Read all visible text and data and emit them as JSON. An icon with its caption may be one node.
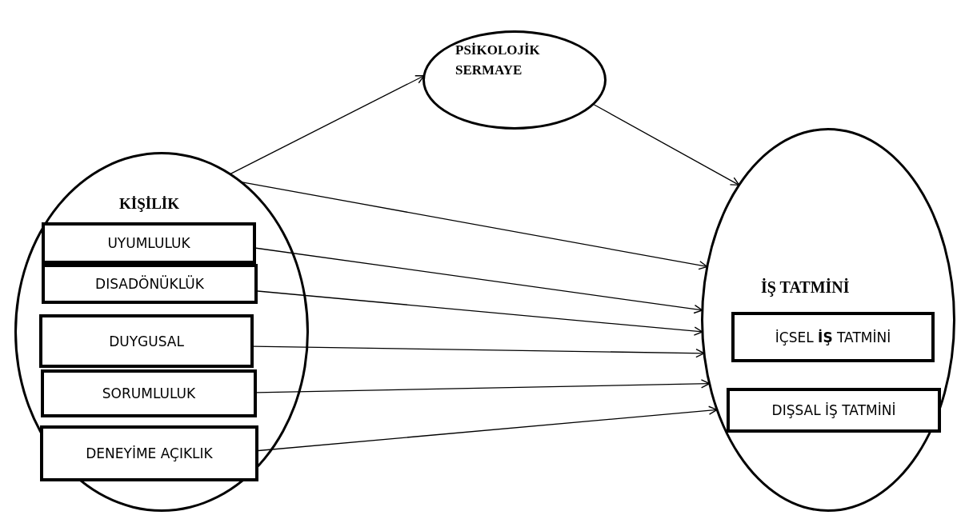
{
  "diagram": {
    "nodes": [
      {
        "text": [
          "PSİKOLOJİK SERMAYE"
        ]
      },
      {
        "text": [
          "KİŞİLİK"
        ]
      },
      {
        "text": [
          "UYUMLULUK"
        ],
        "in": 1
      },
      {
        "text": [
          "DISADÖNÜKLÜK"
        ],
        "in": 1
      },
      {
        "text": [
          "DUYGUSAL"
        ],
        "in": 1
      },
      {
        "text": [
          "SORUMLULUK"
        ],
        "in": 1
      },
      {
        "text": [
          "DENEYİME AÇIKLIK"
        ],
        "in": 1
      },
      {
        "text": [
          "İŞ TATMİNİ"
        ]
      },
      {
        "text": [
          "İÇSEL **İŞ** TATMİNİ"
        ],
        "in": 7
      },
      {
        "text": [
          "DIŞSAL İŞ TATMİNİ"
        ],
        "in": 7
      }
    ],
    "edges": [
      {
        "from": 1,
        "to": 0,
        "arrow": "to"
      },
      {
        "from": 0,
        "to": 7,
        "arrow": "to"
      },
      {
        "from": 1,
        "to": 7,
        "arrow": "to"
      },
      {
        "from": 2,
        "to": 7,
        "arrow": "to"
      },
      {
        "from": 3,
        "to": 7,
        "arrow": "to"
      },
      {
        "from": 4,
        "to": 7,
        "arrow": "to"
      },
      {
        "from": 5,
        "to": 7,
        "arrow": "to"
      },
      {
        "from": 6,
        "to": 7,
        "arrow": "to"
      }
    ]
  }
}
